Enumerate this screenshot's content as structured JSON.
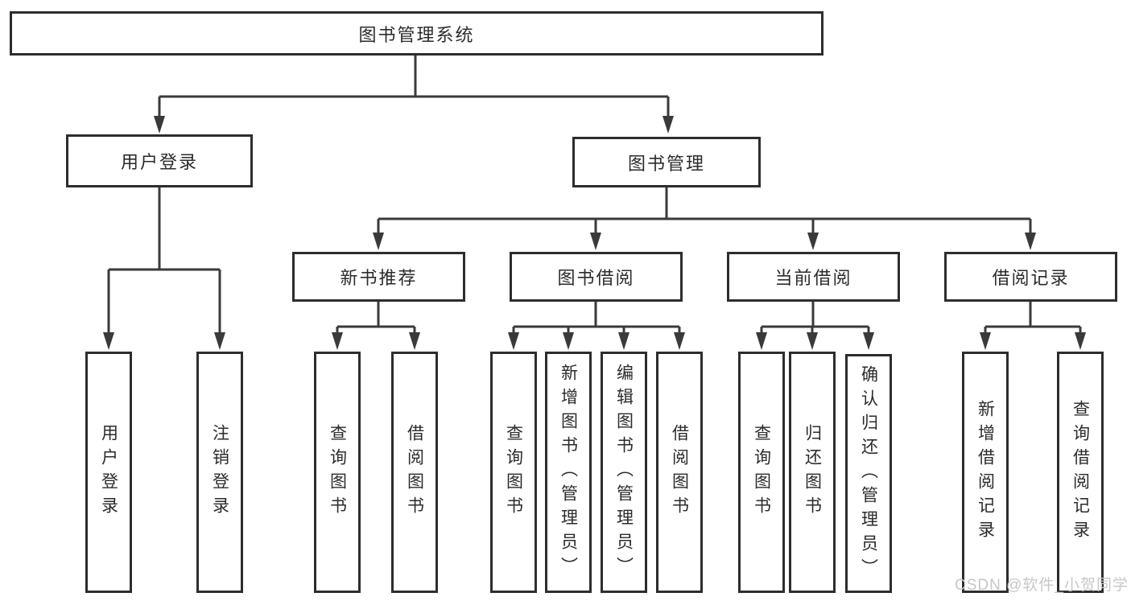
{
  "diagram": {
    "title": "图书管理系统",
    "level2": [
      {
        "label": "用户登录"
      },
      {
        "label": "图书管理"
      }
    ],
    "level3": [
      {
        "label": "新书推荐"
      },
      {
        "label": "图书借阅"
      },
      {
        "label": "当前借阅"
      },
      {
        "label": "借阅记录"
      }
    ],
    "leaves": {
      "user_login": [
        "用户登录",
        "注销登录"
      ],
      "new_book": [
        "查询图书",
        "借阅图书"
      ],
      "book_borrow": [
        "查询图书",
        "新增图书（管理员）",
        "编辑图书（管理员）",
        "借阅图书"
      ],
      "current_borrow": [
        "查询图书",
        "归还图书",
        "确认归还（管理员）"
      ],
      "borrow_record": [
        "新增借阅记录",
        "查询借阅记录"
      ]
    }
  },
  "watermark": {
    "text": "CSDN @软件_小贺同学"
  },
  "colors": {
    "line": "#3a3a3a",
    "box_border": "#2d2d2d",
    "text": "#2b2b2b",
    "watermark": "#c7c7c7",
    "background": "#ffffff"
  }
}
